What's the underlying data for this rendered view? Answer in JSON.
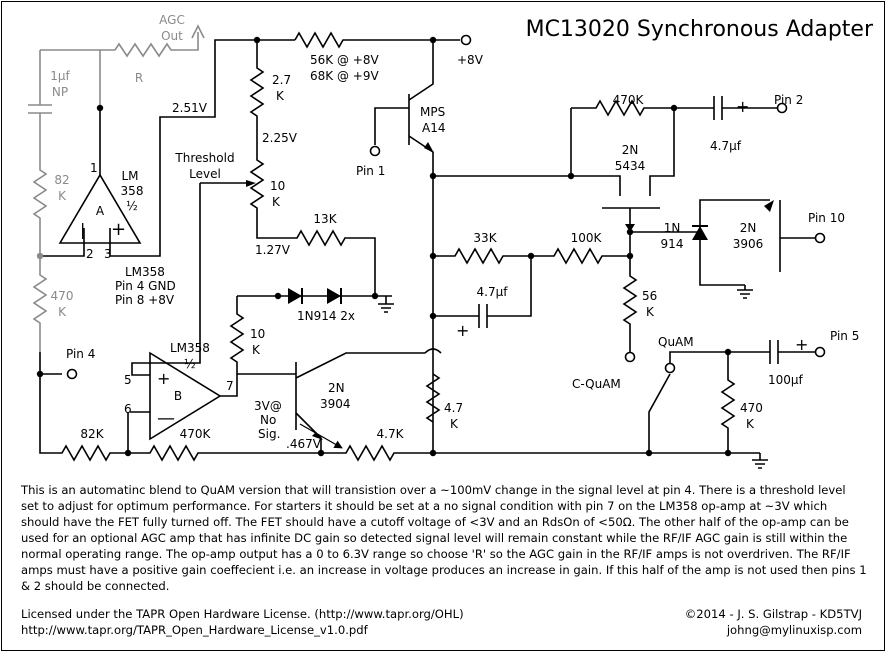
{
  "title": "MC13020 Synchronous Adapter",
  "labels": {
    "agc_out_1": "AGC",
    "agc_out_2": "Out",
    "cap_1u_1": "1μf",
    "cap_1u_2": "NP",
    "r_label": "R",
    "r82k_top_1": "82",
    "r82k_top_2": "K",
    "r470k_left_1": "470",
    "r470k_left_2": "K",
    "v251": "2.51V",
    "opamp_a": "A",
    "lm358_top_1": "LM",
    "lm358_top_2": "358",
    "lm358_top_3": "½",
    "pin_num_1": "1",
    "pin_num_2": "2",
    "pin_num_3": "3",
    "pin_num_5": "5",
    "pin_num_6": "6",
    "pin_num_7": "7",
    "threshold_1": "Threshold",
    "threshold_2": "Level",
    "r27k_1": "2.7",
    "r27k_2": "K",
    "v225": "2.25V",
    "r10k_pot_1": "10",
    "r10k_pot_2": "K",
    "v127": "1.27V",
    "r13k": "13K",
    "r56k_1": "56K @ +8V",
    "r56k_2": "68K @ +9V",
    "plus8v": "+8V",
    "mps_1": "MPS",
    "mps_2": "A14",
    "pin1": "Pin 1",
    "r470k_fb": "470K",
    "pin2": "Pin 2",
    "cap47_top": "4.7μf",
    "fet_1": "2N",
    "fet_2": "5434",
    "r33k": "33K",
    "r100k": "100K",
    "diode1n914_1": "1N",
    "diode1n914_2": "914",
    "q3906_1": "2N",
    "q3906_2": "3906",
    "pin10": "Pin 10",
    "lm358_note_1": "LM358",
    "lm358_note_2": "Pin 4  GND",
    "lm358_note_3": "Pin 8  +8V",
    "diodes_2x": "1N914 2x",
    "cap47_mid": "4.7μf",
    "r56_1": "56",
    "r56_2": "K",
    "cquam": "C-QuAM",
    "pin4": "Pin 4",
    "lm358_b_1": "LM358",
    "lm358_b_2": "½",
    "opamp_b": "B",
    "r10k_b_1": "10",
    "r10k_b_2": "K",
    "q3904_1": "2N",
    "q3904_2": "3904",
    "sig_1": "3V@",
    "sig_2": "No",
    "sig_3": "Sig.",
    "v467": ".467V",
    "r47k_v_1": "4.7",
    "r47k_v_2": "K",
    "r82k_bot": "82K",
    "r470k_bot": "470K",
    "r47k_bot": "4.7K",
    "quam": "QuAM",
    "pin5": "Pin 5",
    "cap100": "100μf",
    "r470_1": "470",
    "r470_2": "K"
  },
  "description": "This is an automatinc blend to QuAM version that will transistion over a ~100mV change in the signal level at pin 4. There is a threshold level set to adjust for optimum performance. For starters it should be set at a no signal condition with pin 7 on the LM358 op-amp at ~3V which should have the FET fully turned off. The FET should have a cutoff voltage of <3V and an RdsOn of <50Ω. The other half of the op-amp can be used for an optional AGC amp that has infinite DC gain so detected signal level will remain constant while the RF/IF AGC gain is still within the normal operating range. The op-amp output has a 0 to 6.3V range so choose 'R' so the AGC gain in the RF/IF amps is not overdriven. The RF/IF amps must have a positive gain coeffecient i.e. an increase in voltage produces an increase in gain. If this half of the amp is not used then pins 1 & 2 should be connected.",
  "footer": {
    "license": "Licensed under the TAPR Open Hardware License. (http://www.tapr.org/OHL)",
    "license_url": "http://www.tapr.org/TAPR_Open_Hardware_License_v1.0.pdf",
    "copyright": "©2014 -  J. S. Gilstrap - KD5TVJ",
    "email": "johng@mylinuxisp.com"
  }
}
